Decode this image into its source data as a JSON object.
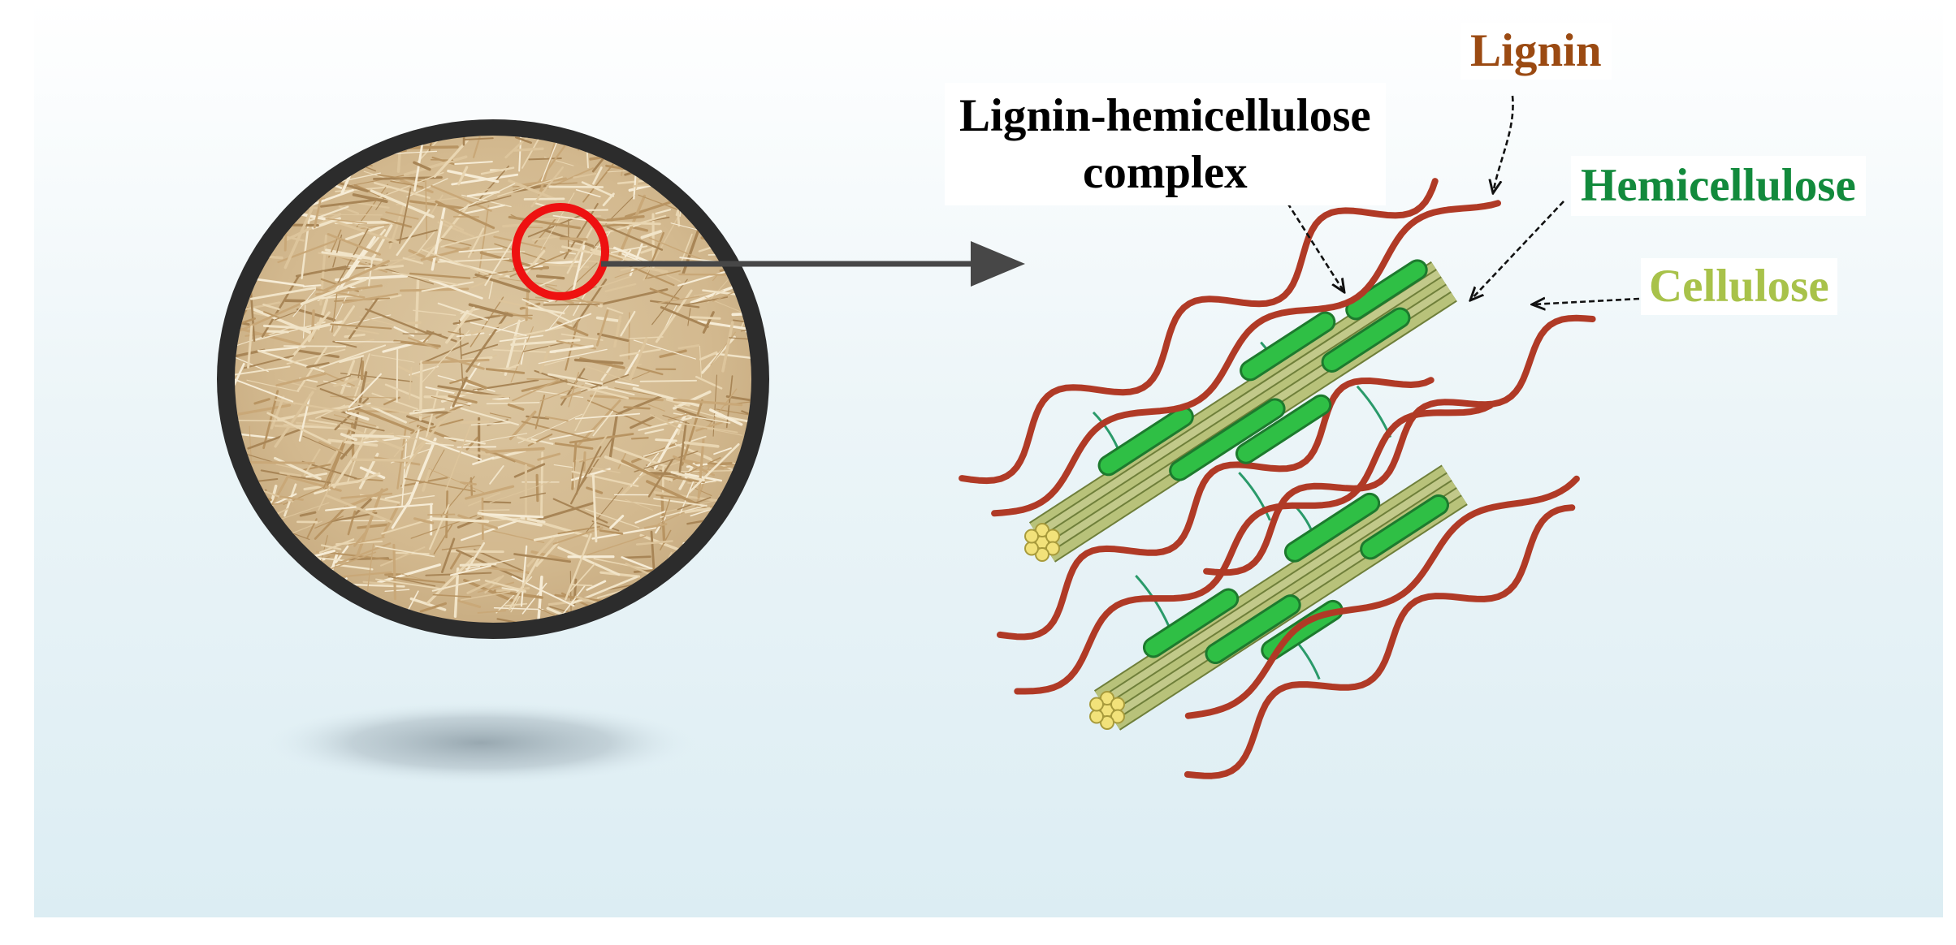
{
  "labels": {
    "lignin": "Lignin",
    "lignin_hemicellulose_line1": "Lignin-hemicellulose",
    "lignin_hemicellulose_line2": "complex",
    "hemicellulose": "Hemicellulose",
    "cellulose": "Cellulose"
  },
  "colors": {
    "lignin": "#9b4a12",
    "lignin_strand": "#b03a26",
    "hemicellulose": "#128a3c",
    "hemicellulose_block": "#2fbf45",
    "cellulose": "#a8c24a",
    "cellulose_fiber": "#c2c98a",
    "cellulose_core": "#f2e27a",
    "highlight_circle": "#ee1111",
    "arrow": "#474747",
    "background_top": "#ffffff",
    "background_bottom": "#dcedf3",
    "biomass": "#d8bf96"
  },
  "icons": {
    "sample_photo": "biomass-fiber-dish",
    "zoom_marker": "red-highlight-circle",
    "zoom_arrow": "right-arrow"
  }
}
